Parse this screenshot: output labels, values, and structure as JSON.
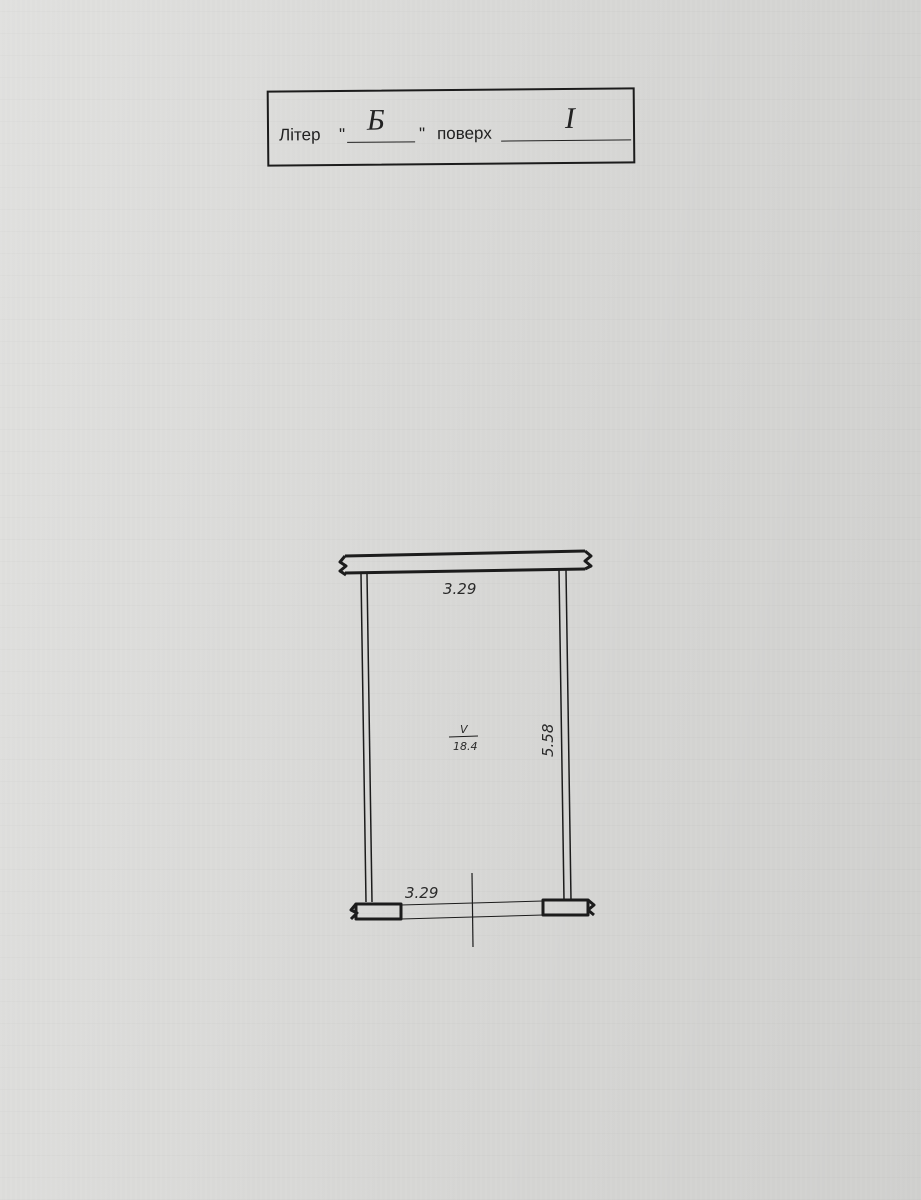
{
  "header": {
    "liter_label": "Літер",
    "liter_open_quote": "\"",
    "liter_value": "Б",
    "liter_close_quote": "\"",
    "floor_label": "поверх",
    "floor_value": "I"
  },
  "plan": {
    "room_number": "V",
    "room_area": "18.4",
    "dim_top_width": "3.29",
    "dim_bottom_width": "3.29",
    "dim_right_length": "5.58"
  },
  "colors": {
    "paper": "#dcdcda",
    "ink": "#1c1c1c"
  }
}
